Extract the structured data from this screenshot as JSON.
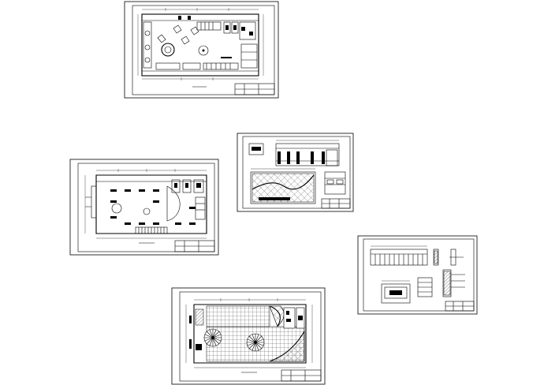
{
  "canvas": {
    "background": "#ffffff",
    "ink": "#000000"
  },
  "sheets": [
    {
      "id": "sheet-1",
      "kind": "floor-plan"
    },
    {
      "id": "sheet-2",
      "kind": "floor-plan"
    },
    {
      "id": "sheet-3",
      "kind": "elevations-and-details"
    },
    {
      "id": "sheet-4",
      "kind": "elevations-and-details"
    },
    {
      "id": "sheet-5",
      "kind": "floor-finish-plan"
    }
  ]
}
